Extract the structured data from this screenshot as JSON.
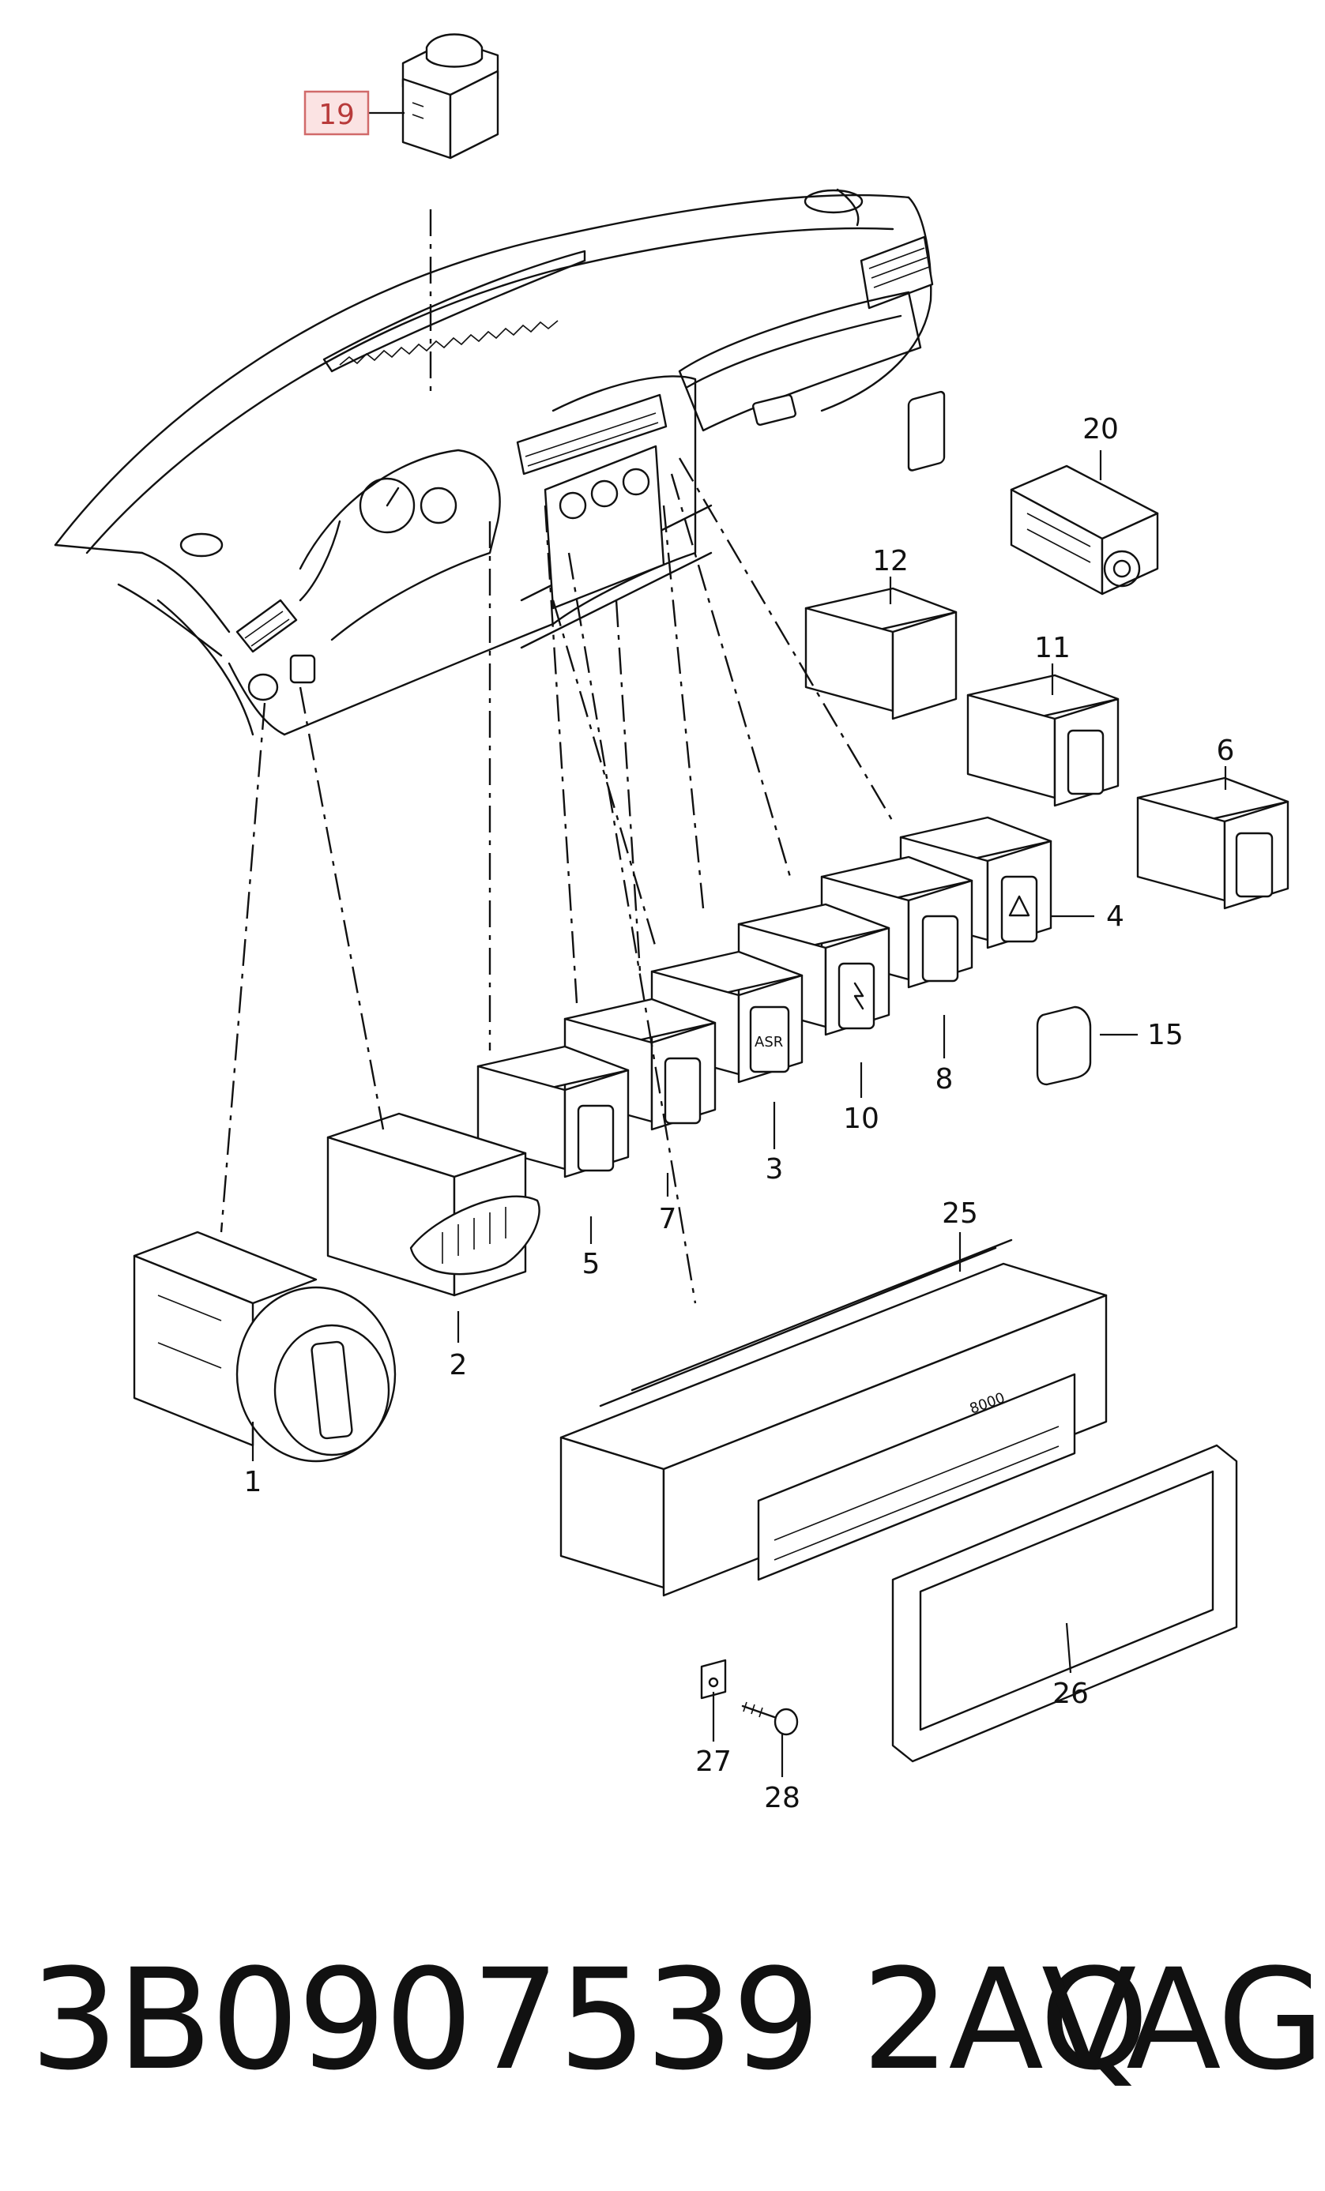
{
  "callouts": {
    "c1": "1",
    "c2": "2",
    "c3": "3",
    "c4": "4",
    "c5": "5",
    "c6": "6",
    "c7": "7",
    "c8": "8",
    "c10": "10",
    "c11": "11",
    "c12": "12",
    "c15": "15",
    "c19": "19",
    "c20": "20",
    "c25": "25",
    "c26": "26",
    "c27": "27",
    "c28": "28"
  },
  "switch_labels": {
    "asr": "ASR",
    "display": "8000"
  },
  "footer": {
    "part_number": "3B0907539 2AQ",
    "brand": "VAG"
  },
  "highlight_color": "#d16a6a"
}
